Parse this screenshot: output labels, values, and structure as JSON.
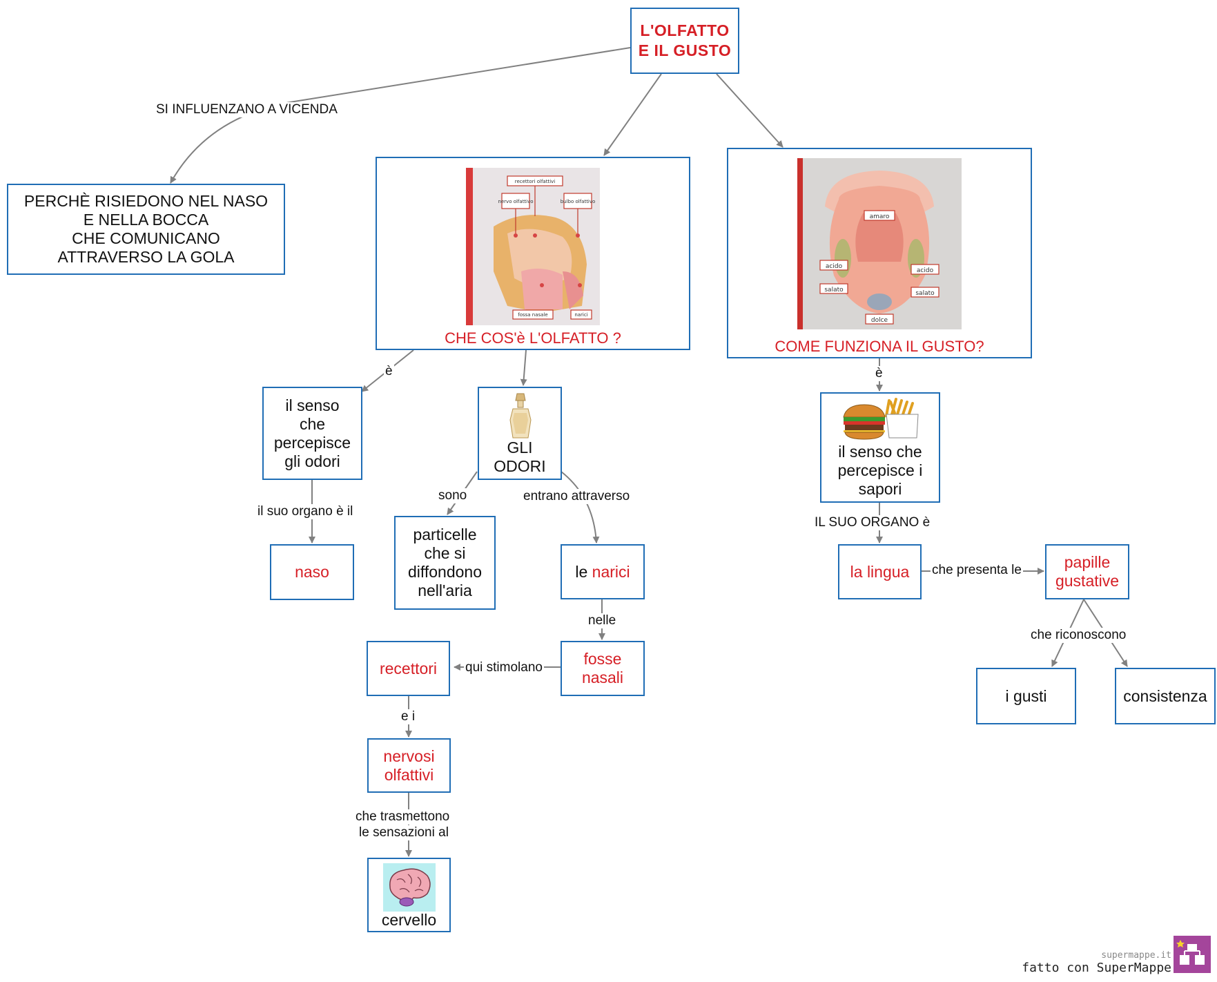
{
  "title": [
    "L'OLFATTO",
    "E IL GUSTO"
  ],
  "nodes": {
    "perche": [
      "PERCHÈ RISIEDONO  NEL NASO",
      "E NELLA BOCCA",
      "CHE COMUNICANO",
      "ATTRAVERSO LA GOLA"
    ],
    "olfatto_q": "CHE COS'è L'OLFATTO ?",
    "gusto_q": "COME FUNZIONA IL GUSTO?",
    "senso_odori": [
      "il senso",
      "che",
      "percepisce",
      "gli odori"
    ],
    "odori": [
      "GLI",
      "ODORI"
    ],
    "naso": "naso",
    "particelle": [
      "particelle",
      "che si",
      "diffondono",
      "nell'aria"
    ],
    "narici_pre": "le ",
    "narici": "narici",
    "fosse": [
      "fosse",
      "nasali"
    ],
    "recettori": "recettori",
    "nervosi": [
      "nervosi",
      "olfattivi"
    ],
    "cervello": "cervello",
    "senso_sapori": [
      "il senso che",
      "percepisce i",
      "sapori"
    ],
    "lingua": "la lingua",
    "papille": [
      "papille",
      "gustative"
    ],
    "gusti": "i gusti",
    "consistenza": "consistenza"
  },
  "links": {
    "influenzano": "SI INFLUENZANO A VICENDA",
    "e_olfatto": "è",
    "organo_il": "il suo organo è il",
    "sono": "sono",
    "entrano": "entrano attraverso",
    "nelle": "nelle",
    "stimolano": "qui stimolano",
    "e_i": "e i",
    "trasmettono": [
      "che trasmettono",
      "le sensazioni al"
    ],
    "e_gusto": "è",
    "organo_gusto": "IL SUO ORGANO è",
    "presenta": "che presenta le",
    "riconoscono": "che riconoscono"
  },
  "nose_labels": [
    "recettori olfattivi",
    "nervo olfattivo",
    "bulbo olfattivo",
    "fossa nasale",
    "narici"
  ],
  "tongue_labels": [
    "amaro",
    "acido",
    "acido",
    "salato",
    "salato",
    "dolce"
  ],
  "brand": {
    "site": "supermappe.it",
    "made": "fatto con SuperMappe"
  },
  "colors": {
    "border": "#1f6db5",
    "red": "#d61f26",
    "arrow": "#808080"
  }
}
